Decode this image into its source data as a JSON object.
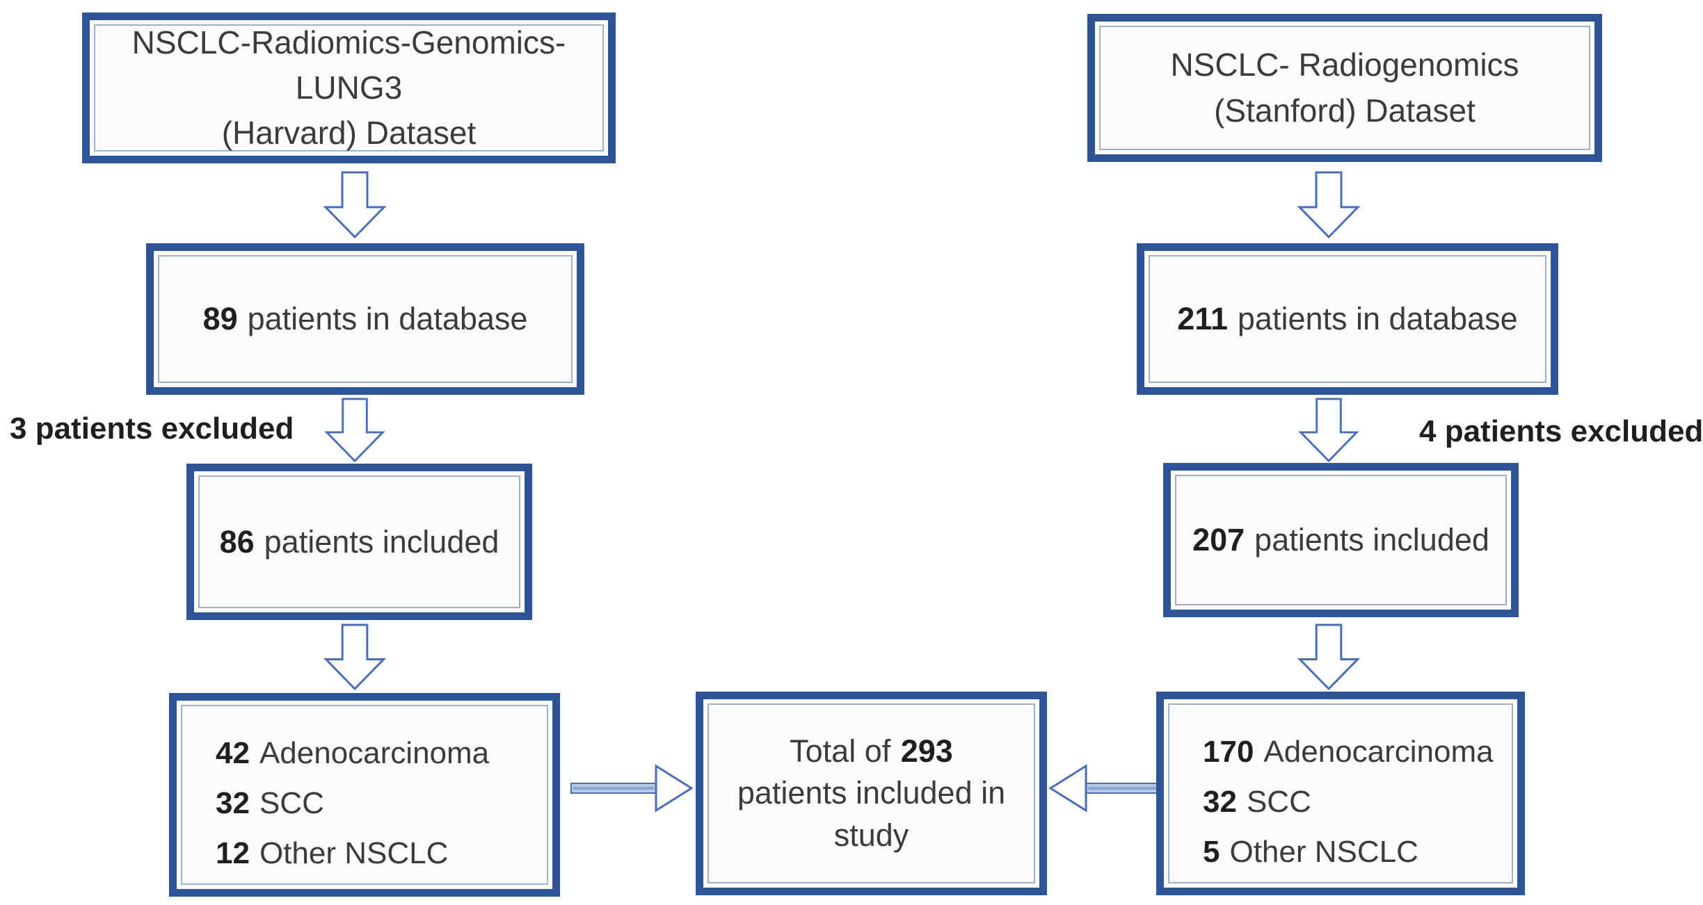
{
  "colors": {
    "box_border": "#2f5496",
    "arrow_outline": "#4a6db8",
    "arrow_shaft_fill": "#b8c9e8",
    "text": "#3b3b3b",
    "number": "#1f1f1f",
    "box_fill": "#fcfcfd"
  },
  "left": {
    "dataset_box": {
      "line1": "NSCLC-Radiomics-Genomics-LUNG3",
      "line2": "(Harvard) Dataset"
    },
    "database_box": {
      "count": "89",
      "label": "patients in database"
    },
    "excluded_label": "3 patients excluded",
    "included_box": {
      "count": "86",
      "label": "patients included"
    },
    "histology_box": {
      "rows": [
        {
          "count": "42",
          "label": "Adenocarcinoma"
        },
        {
          "count": "32",
          "label": "SCC"
        },
        {
          "count": "12",
          "label": "Other NSCLC"
        }
      ]
    }
  },
  "right": {
    "dataset_box": {
      "line1": "NSCLC- Radiogenomics",
      "line2": "(Stanford) Dataset"
    },
    "database_box": {
      "count": "211",
      "label": "patients in database"
    },
    "excluded_label": "4 patients excluded",
    "included_box": {
      "count": "207",
      "label": "patients included"
    },
    "histology_box": {
      "rows": [
        {
          "count": "170",
          "label": "Adenocarcinoma"
        },
        {
          "count": "32",
          "label": "SCC"
        },
        {
          "count": "5",
          "label": "Other NSCLC"
        }
      ]
    }
  },
  "total_box": {
    "line1_prefix": "Total of",
    "count": "293",
    "line2": "patients included in",
    "line3": "study"
  }
}
